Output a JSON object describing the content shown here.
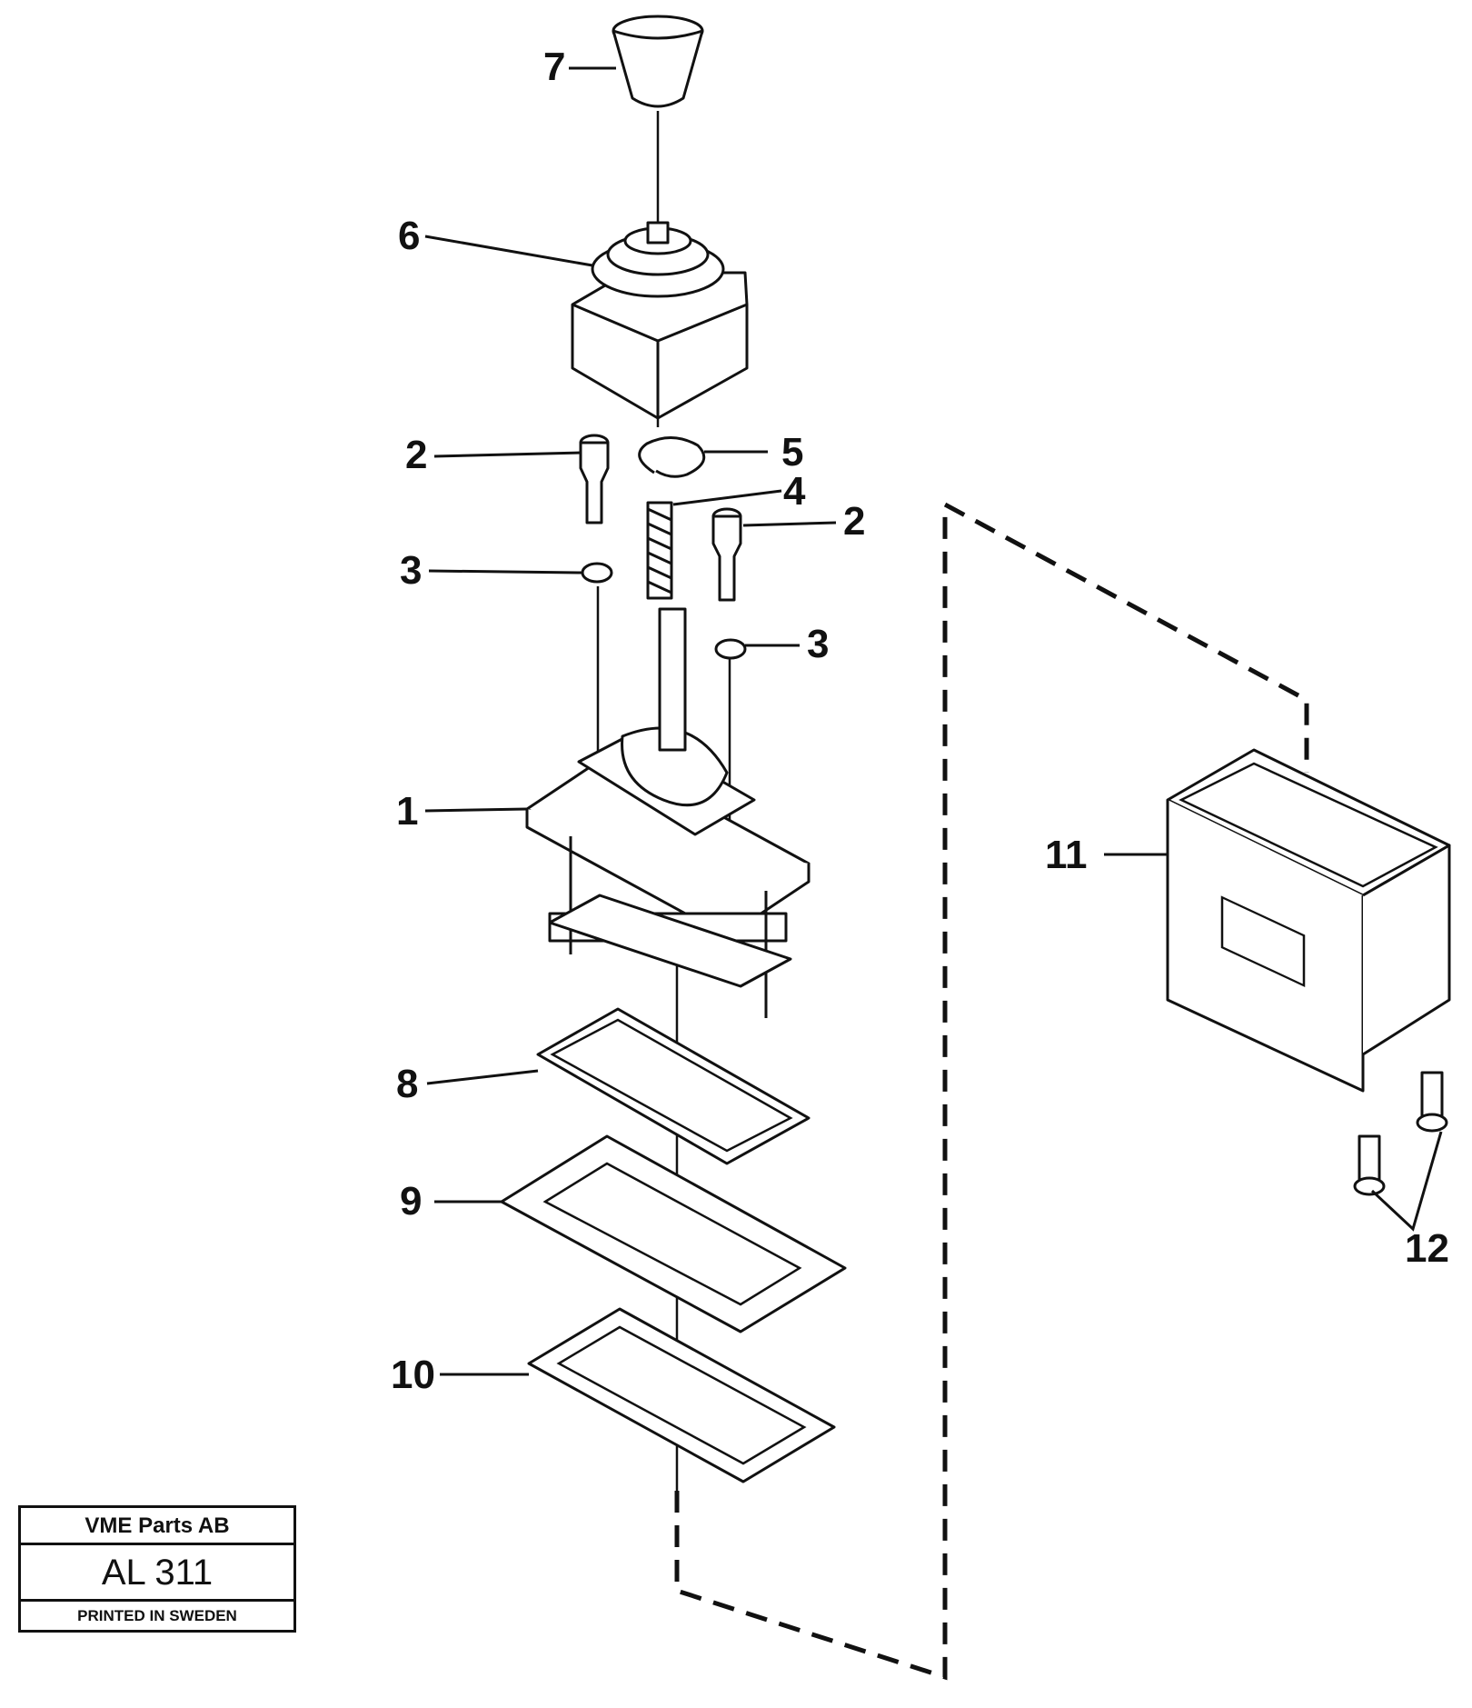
{
  "diagram": {
    "callouts": [
      {
        "id": "c7",
        "label": "7"
      },
      {
        "id": "c6",
        "label": "6"
      },
      {
        "id": "c2a",
        "label": "2"
      },
      {
        "id": "c5",
        "label": "5"
      },
      {
        "id": "c4",
        "label": "4"
      },
      {
        "id": "c2b",
        "label": "2"
      },
      {
        "id": "c3a",
        "label": "3"
      },
      {
        "id": "c3b",
        "label": "3"
      },
      {
        "id": "c1",
        "label": "1"
      },
      {
        "id": "c11",
        "label": "11"
      },
      {
        "id": "c8",
        "label": "8"
      },
      {
        "id": "c9",
        "label": "9"
      },
      {
        "id": "c12",
        "label": "12"
      },
      {
        "id": "c10",
        "label": "10"
      }
    ]
  },
  "title_block": {
    "company": "VME Parts AB",
    "reference": "AL 311",
    "printed": "PRINTED IN SWEDEN"
  }
}
